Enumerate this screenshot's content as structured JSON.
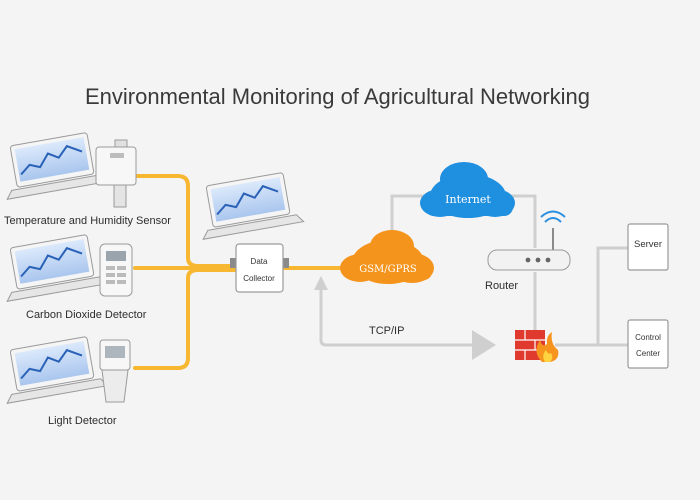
{
  "title": "Environmental Monitoring of Agricultural Networking",
  "sensors": {
    "temperature_humidity": "Temperature and Humidity Sensor",
    "co2": "Carbon Dioxide Detector",
    "light": "Light Detector"
  },
  "collector": {
    "line1": "Data",
    "line2": "Collector"
  },
  "clouds": {
    "gsm": "GSM/GPRS",
    "internet": "Internet"
  },
  "router_label": "Router",
  "link_label": "TCP/IP",
  "server_label": "Server",
  "control_center": {
    "line1": "Control",
    "line2": "Center"
  },
  "colors": {
    "orange": "#f7b731",
    "gsm_cloud": "#f5941d",
    "internet_cloud": "#1f8fe0",
    "firewall": "#e03a2f",
    "gray_link": "#cfcfcf"
  }
}
